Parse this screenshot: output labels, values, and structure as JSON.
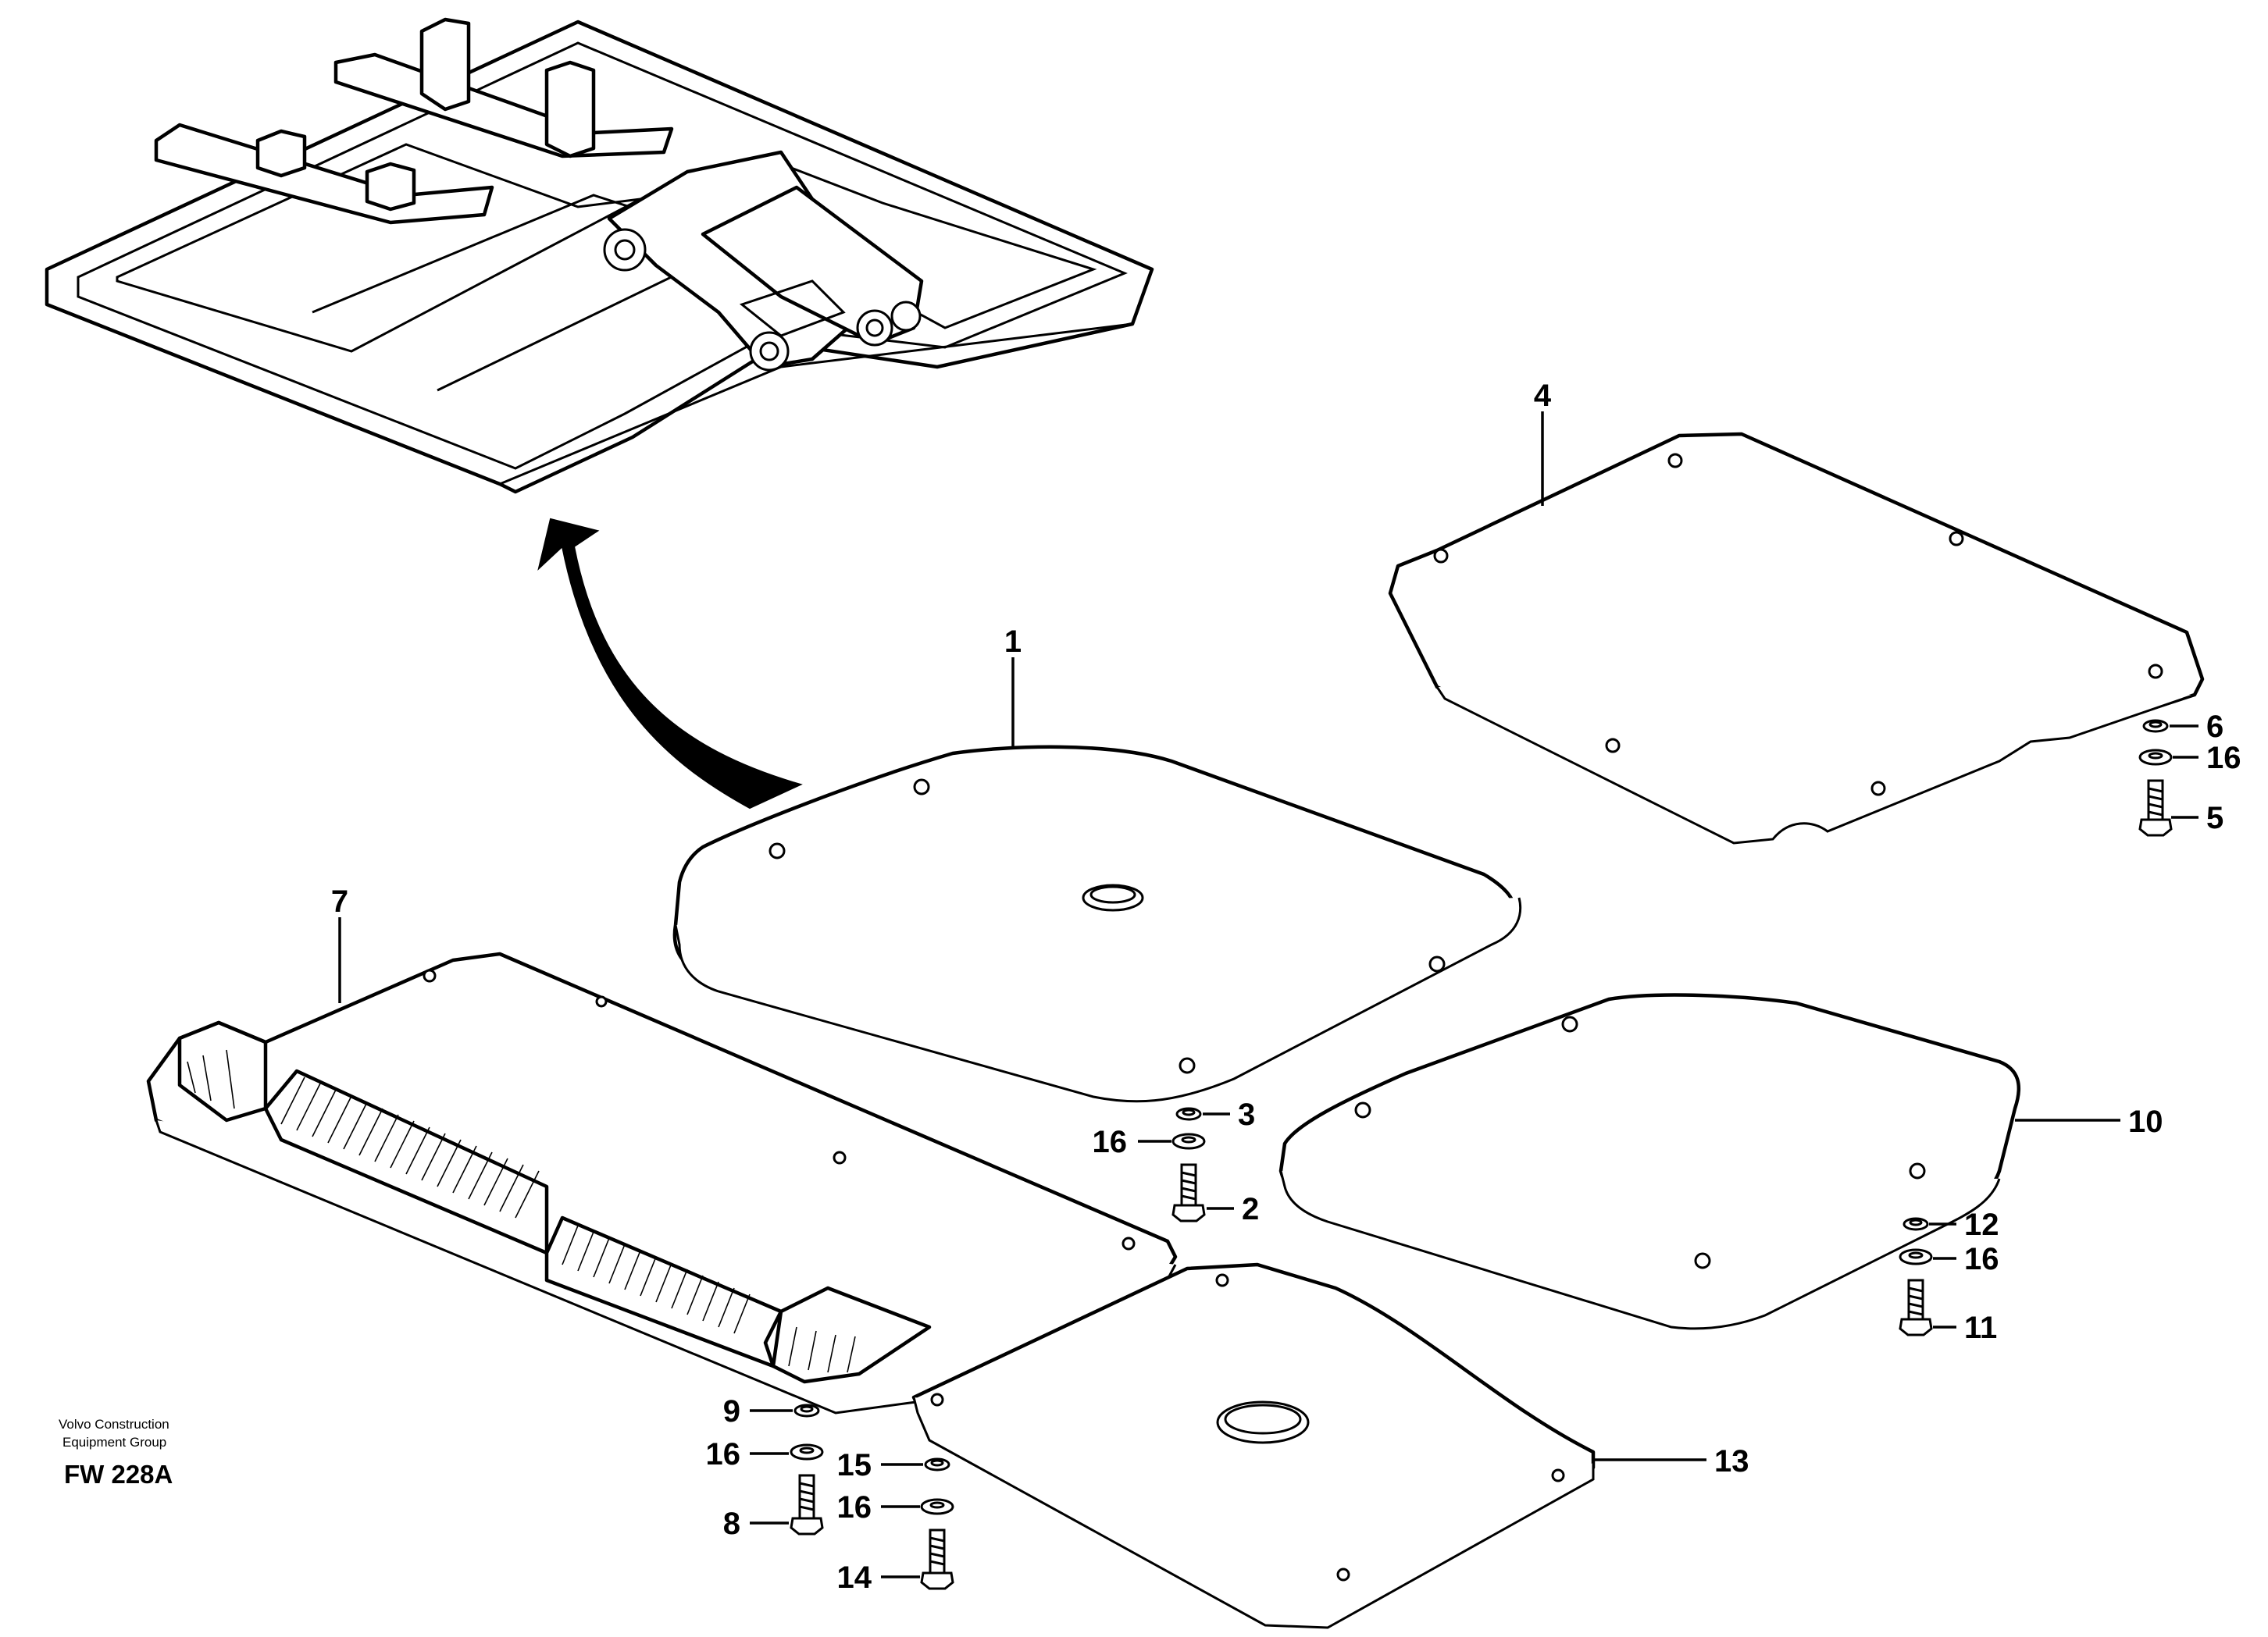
{
  "callouts": {
    "n1": "1",
    "n2": "2",
    "n3": "3",
    "n4": "4",
    "n5": "5",
    "n6": "6",
    "n7": "7",
    "n8": "8",
    "n9": "9",
    "n10": "10",
    "n11": "11",
    "n12": "12",
    "n13": "13",
    "n14": "14",
    "n15": "15",
    "n16a": "16",
    "n16b": "16",
    "n16c": "16",
    "n16d": "16",
    "n16e": "16"
  },
  "footer": {
    "company_line1": "Volvo Construction",
    "company_line2": "Equipment Group",
    "drawing_code": "FW 228A"
  }
}
